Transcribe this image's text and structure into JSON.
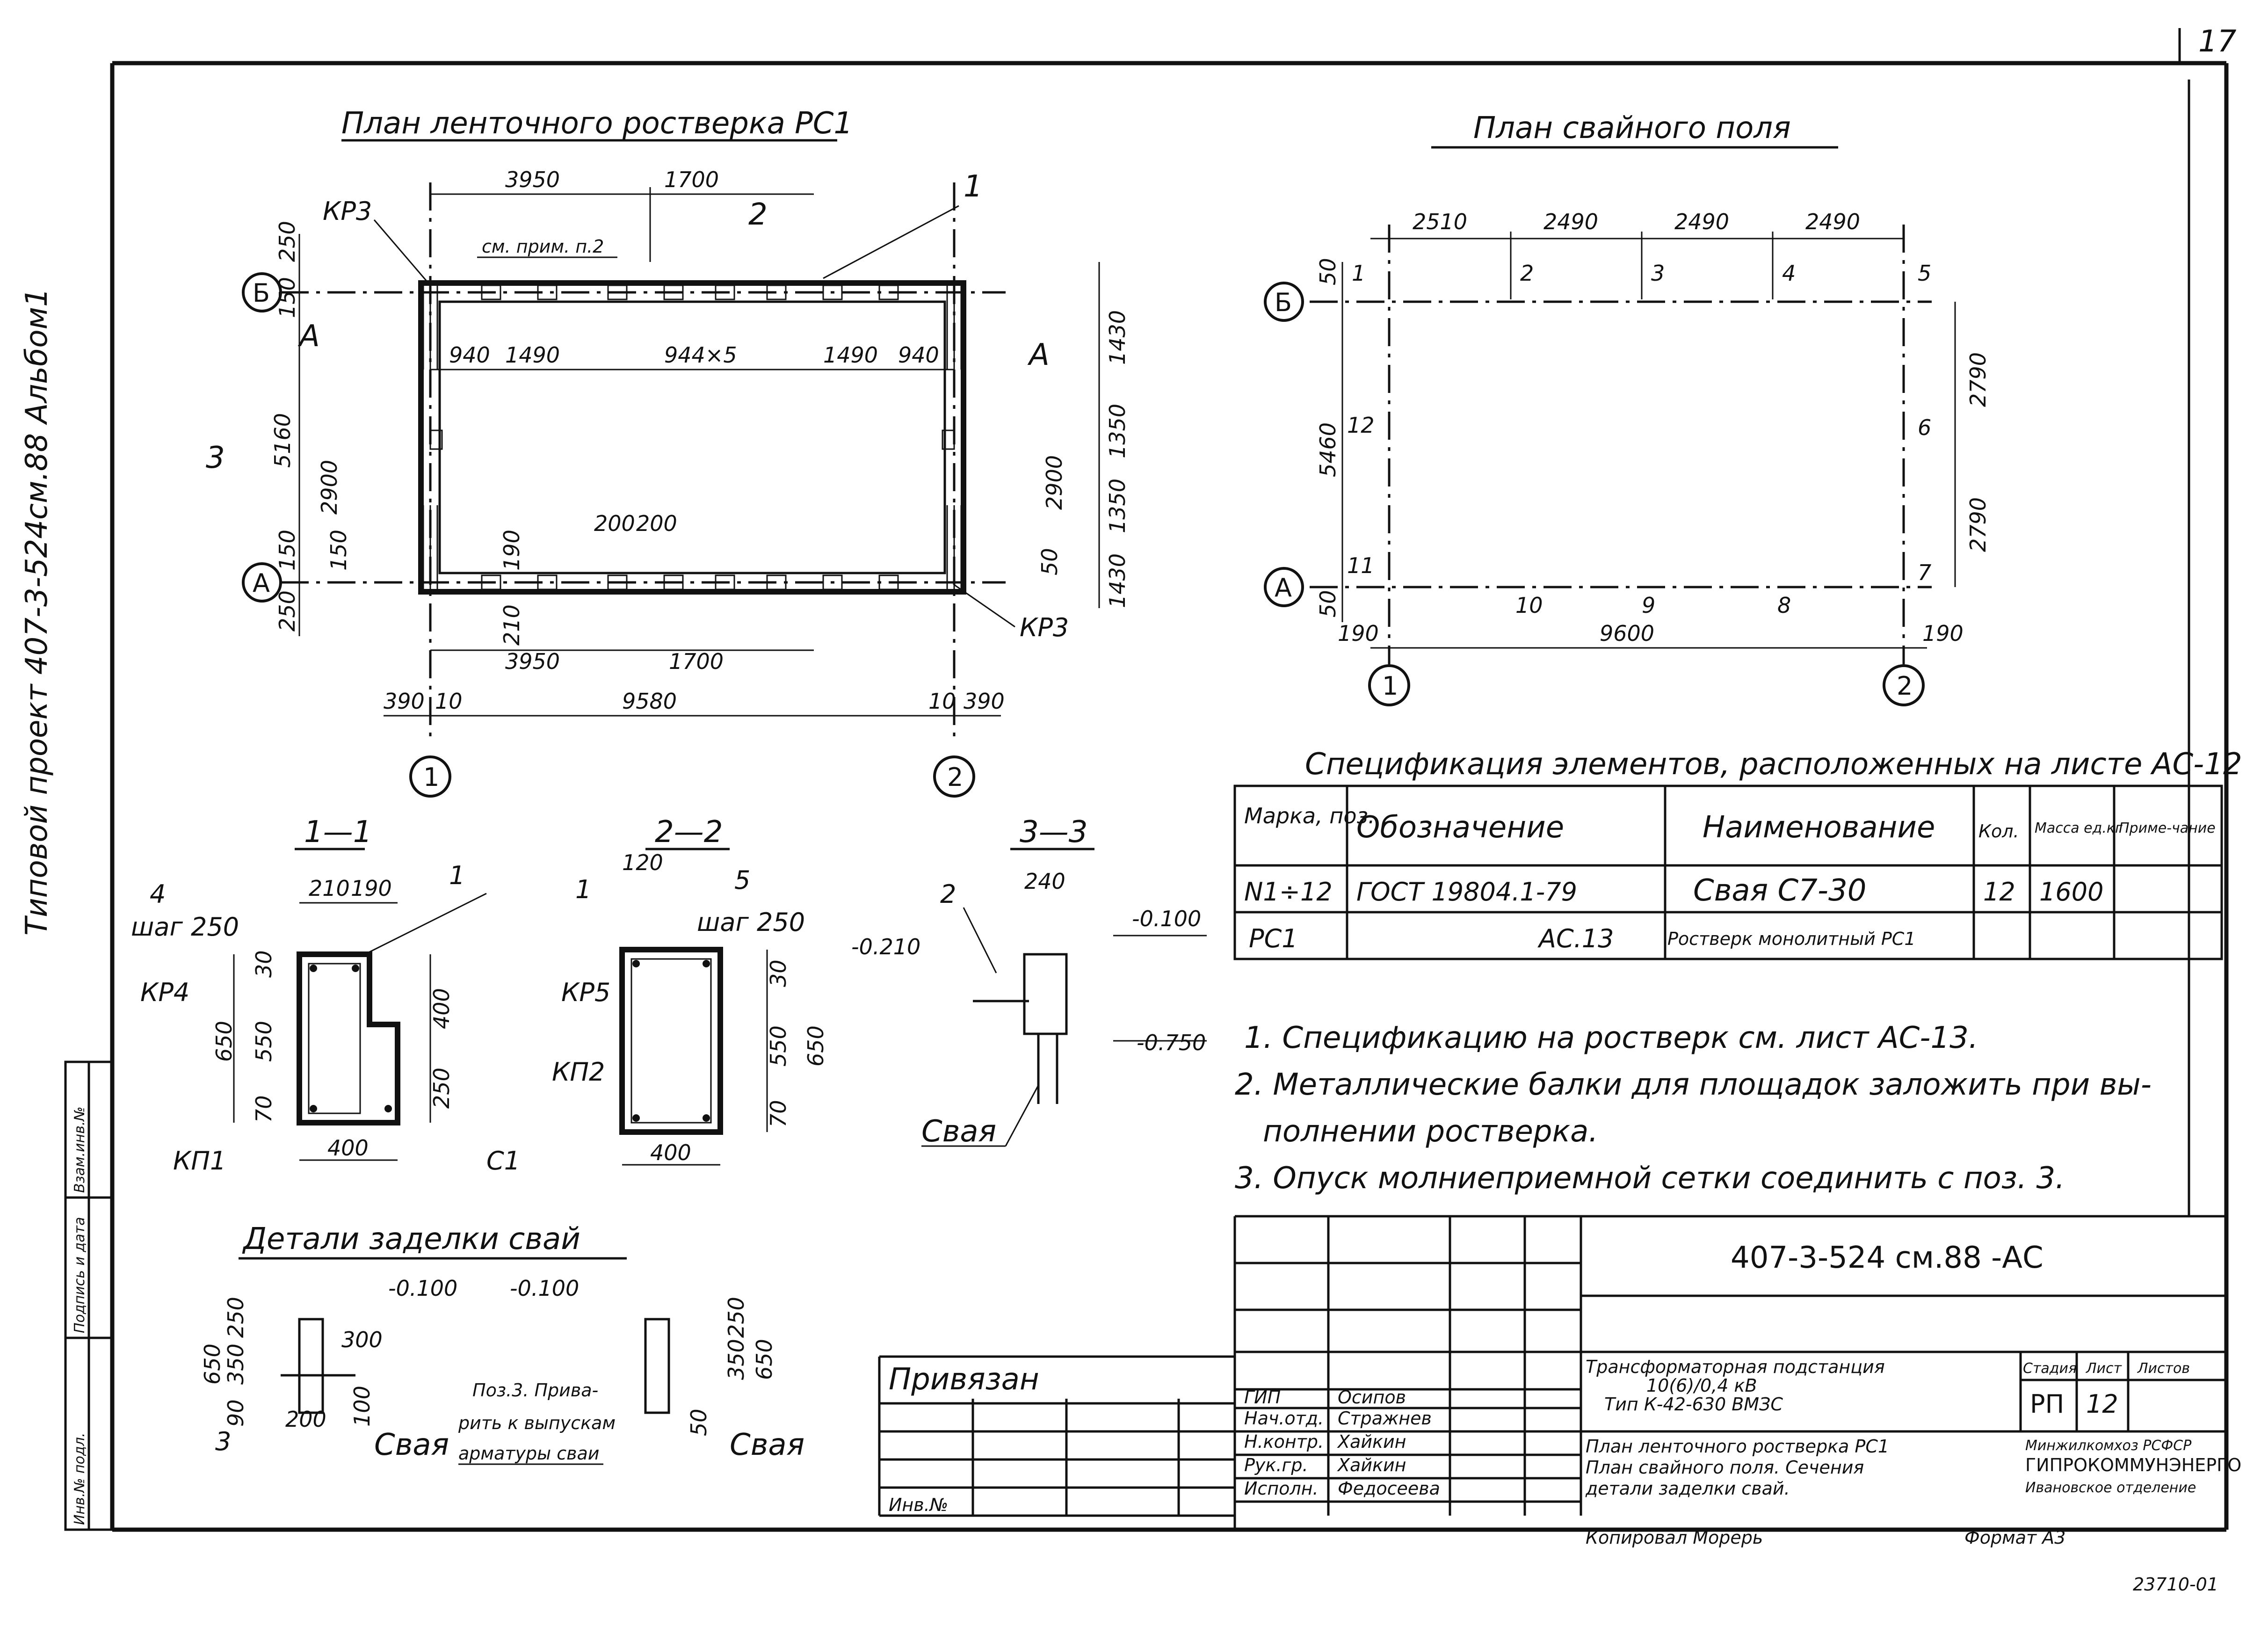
{
  "sheet_number": "17",
  "side_title": "Типовой проект 407-3-524см.88 Альбом1",
  "plan_rc1": {
    "title": "План ленточного ростверка РС1",
    "axis_b": "Б",
    "axis_a": "А",
    "axis_1": "1",
    "axis_2": "2",
    "note_ref": "см. прим. п.2",
    "kr3_top": "КР3",
    "kr3_bottom": "КР3",
    "dims_top": [
      "3950",
      "1700"
    ],
    "dims_inner": [
      "940",
      "1490",
      "944×5",
      "1490",
      "940"
    ],
    "dims_left": [
      "250",
      "150",
      "5160",
      "2900",
      "150",
      "250"
    ],
    "dims_right": [
      "1430",
      "1350",
      "2900",
      "1350",
      "1430"
    ],
    "dims_bottom": [
      "3950",
      "1700",
      "390",
      "10",
      "9580",
      "10",
      "390"
    ],
    "dims_misc": [
      "200",
      "200",
      "190",
      "210",
      "150",
      "50"
    ],
    "marks": [
      "1",
      "2",
      "3",
      "A",
      "A"
    ]
  },
  "plan_piles": {
    "title": "План свайного поля",
    "axis_b": "Б",
    "axis_a": "А",
    "axis_1": "1",
    "axis_2": "2",
    "dims_top": [
      "2510",
      "2490",
      "2490",
      "2490"
    ],
    "dims_left": [
      "50",
      "5460",
      "50"
    ],
    "dims_right": [
      "2790",
      "2790"
    ],
    "dims_bottom": [
      "190",
      "9600",
      "190"
    ],
    "pile_numbers": [
      "1",
      "2",
      "3",
      "4",
      "5",
      "6",
      "7",
      "8",
      "9",
      "10",
      "11",
      "12"
    ]
  },
  "spec": {
    "title": "Спецификация элементов, расположенных на листе АС-12",
    "headers": [
      "Марка, поз.",
      "Обозначение",
      "Наименование",
      "Кол.",
      "Масса ед.кг",
      "Приме-чание"
    ],
    "rows": [
      [
        "N1÷12",
        "ГОСТ 19804.1-79",
        "Свая С7-30",
        "12",
        "1600",
        ""
      ],
      [
        "РС1",
        "АС.13",
        "Ростверк монолитный РС1",
        "",
        "",
        ""
      ]
    ]
  },
  "notes": [
    "1. Спецификацию на ростверк см. лист АС-13.",
    "2. Металлические балки для площадок заложить при вы-",
    "полнении ростверка.",
    "3. Опуск молниеприемной сетки соединить с поз. 3."
  ],
  "section_1_1": {
    "title": "1—1",
    "labels": [
      "4",
      "1",
      "шаг 250",
      "КР4",
      "КП1",
      "С1"
    ],
    "dims": [
      "210",
      "190",
      "30",
      "650",
      "550",
      "70",
      "400",
      "250",
      "400"
    ]
  },
  "section_2_2": {
    "title": "2—2",
    "labels": [
      "1",
      "5",
      "шаг 250",
      "КР5",
      "КП2"
    ],
    "dims": [
      "120",
      "30",
      "550",
      "650",
      "70",
      "400"
    ]
  },
  "section_3_3": {
    "title": "3—3",
    "labels": [
      "2",
      "Свая"
    ],
    "dims": [
      "240",
      "-0.210",
      "-0.100",
      "-0.750"
    ]
  },
  "details": {
    "title": "Детали заделки свай",
    "levels": [
      "-0.100",
      "-0.100"
    ],
    "dims_left": [
      "650",
      "350",
      "250",
      "90",
      "300",
      "100",
      "200"
    ],
    "dims_right": [
      "350",
      "250",
      "650",
      "50"
    ],
    "labels": [
      "3",
      "Свая",
      "Свая"
    ],
    "note_lines": [
      "Поз.3. Прива-",
      "рить к выпускам",
      "арматуры сваи"
    ]
  },
  "stamp": {
    "code": "407-3-524 см.88 -АС",
    "bound": "Привязан",
    "inv": "Инв.№",
    "roles": [
      "ГИП",
      "Нач.отд.",
      "Н.контр.",
      "Рук.гр.",
      "Исполн."
    ],
    "names": [
      "Осипов",
      "Стражнев",
      "Хайкин",
      "Хайкин",
      "Федосеева"
    ],
    "project_lines": [
      "Трансформаторная подстанция",
      "10(6)/0,4 кВ",
      "Тип К-42-630 ВМЗС"
    ],
    "sheet_lines": [
      "План ленточного ростверка РС1",
      "План свайного поля. Сечения",
      "детали заделки свай."
    ],
    "stage_label": "Стадия",
    "sheet_label": "Лист",
    "sheets_label": "Листов",
    "stage": "РП",
    "sheet": "12",
    "org_lines": [
      "Минжилкомхоз РСФСР",
      "ГИПРОКОММУНЭНЕРГО",
      "Ивановское отделение"
    ],
    "copied": "Копировал Морерь",
    "format": "Формат А3",
    "stamp_side": [
      "Инв.№ подл.",
      "Подпись и дата",
      "Взам.инв.№"
    ]
  },
  "footer_code": "23710-01"
}
